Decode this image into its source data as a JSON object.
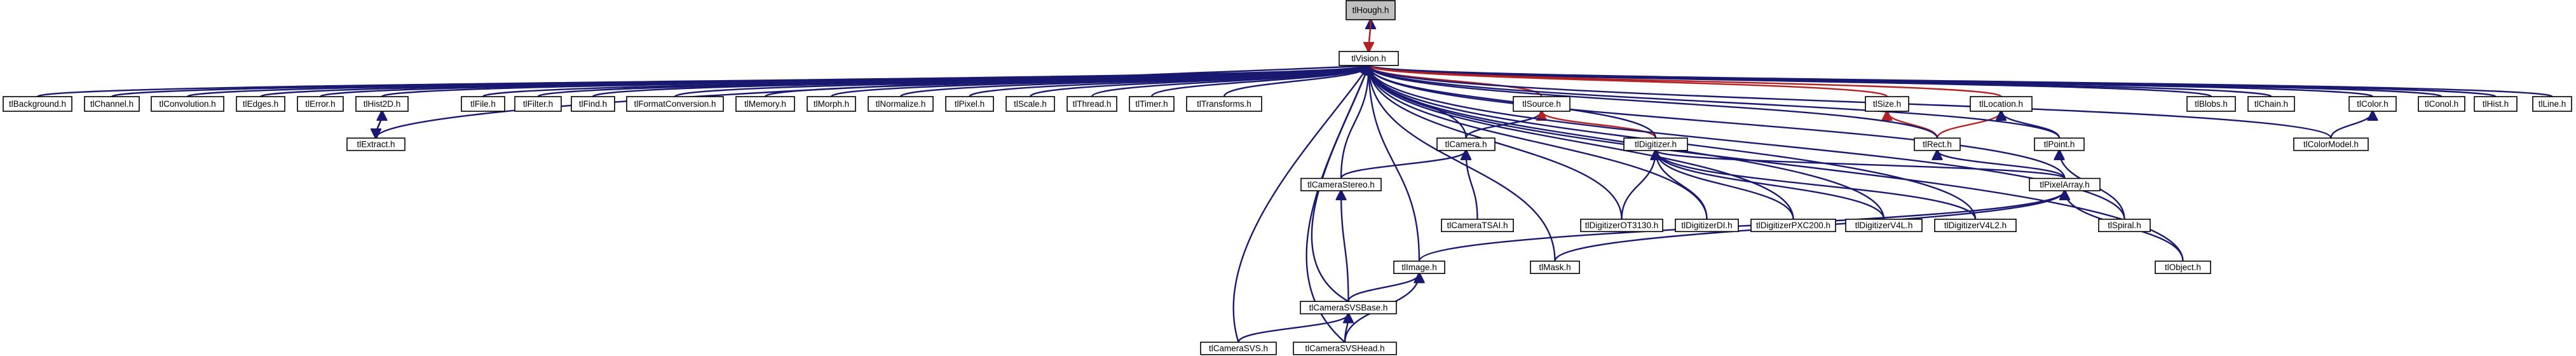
{
  "colors": {
    "blue": "#191970",
    "red": "#b22222",
    "node_border": "#000000",
    "node_border_red": "#ff0000",
    "highlight_fill": "#bfbfbf"
  },
  "nodes": {
    "hough": "tlHough.h",
    "vision": "tlVision.h",
    "background": "tlBackground.h",
    "channel": "tlChannel.h",
    "convolution": "tlConvolution.h",
    "edges": "tlEdges.h",
    "error": "tlError.h",
    "hist2d": "tlHist2D.h",
    "file": "tlFile.h",
    "filter": "tlFilter.h",
    "find": "tlFind.h",
    "formatconv": "tlFormatConversion.h",
    "memory": "tlMemory.h",
    "morph": "tlMorph.h",
    "normalize": "tlNormalize.h",
    "pixel": "tlPixel.h",
    "scale": "tlScale.h",
    "thread": "tlThread.h",
    "timer": "tlTimer.h",
    "transforms": "tlTransforms.h",
    "extract": "tlExtract.h",
    "source": "tlSource.h",
    "camera": "tlCamera.h",
    "camerastereo": "tlCameraStereo.h",
    "cameratsai": "tlCameraTSAI.h",
    "digitizer": "tlDigitizer.h",
    "digot3130": "tlDigitizerOT3130.h",
    "digdi": "tlDigitizerDI.h",
    "digpxc": "tlDigitizerPXC200.h",
    "digv4l": "tlDigitizerV4L.h",
    "digv4l2": "tlDigitizerV4L2.h",
    "size": "tlSize.h",
    "location": "tlLocation.h",
    "rect": "tlRect.h",
    "point": "tlPoint.h",
    "pixelarray": "tlPixelArray.h",
    "spiral": "tlSpiral.h",
    "blobs": "tlBlobs.h",
    "chain": "tlChain.h",
    "color": "tlColor.h",
    "colormodel": "tlColorModel.h",
    "conol": "tlConol.h",
    "hist": "tlHist.h",
    "line": "tlLine.h",
    "object": "tlObject.h",
    "image": "tlImage.h",
    "mask": "tlMask.h",
    "svsbase": "tlCameraSVSBase.h",
    "svs": "tlCameraSVS.h",
    "svshead": "tlCameraSVSHead.h"
  }
}
